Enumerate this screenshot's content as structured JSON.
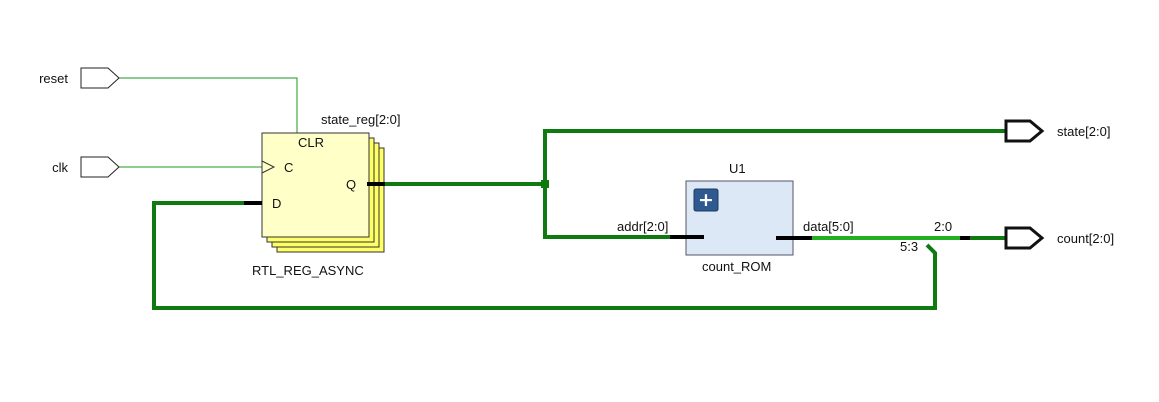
{
  "ports": {
    "reset": "reset",
    "clk": "clk",
    "state_out": "state[2:0]",
    "count_out": "count[2:0]"
  },
  "register": {
    "instance": "state_reg[2:0]",
    "type": "RTL_REG_ASYNC",
    "pin_clr": "CLR",
    "pin_c": "C",
    "pin_d": "D",
    "pin_q": "Q"
  },
  "rom": {
    "instance": "U1",
    "type": "count_ROM",
    "pin_addr": "addr[2:0]",
    "pin_data": "data[5:0]",
    "expand_symbol": "+"
  },
  "bus_taps": {
    "low": "2:0",
    "high": "5:3"
  },
  "colors": {
    "wire": "#0f7a0f",
    "register_fill": "#ffffc8",
    "register_stack": "#ffff66",
    "rom_fill": "#dde8f6",
    "expand_button": "#2f5a8f"
  }
}
